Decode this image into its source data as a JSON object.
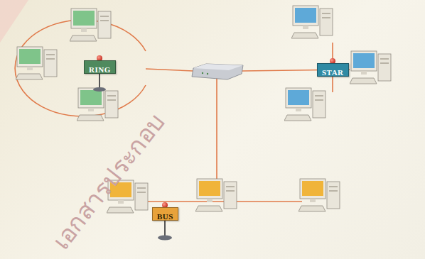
{
  "diagram": {
    "nodes": [
      {
        "text": [
          "RING"
        ]
      },
      {
        "text": [
          "STAR"
        ]
      },
      {
        "text": [
          "BUS"
        ]
      }
    ],
    "labels": [
      "เอกสารประกอบ"
    ]
  }
}
